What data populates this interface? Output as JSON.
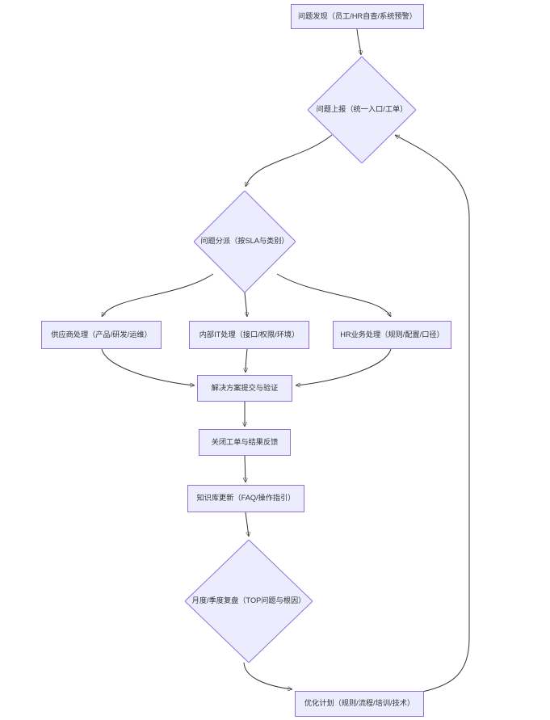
{
  "diagram": {
    "type": "flowchart",
    "colors": {
      "node_fill": "#ECECFF",
      "node_border": "#9370DB",
      "edge_line": "#333333",
      "text": "#333333",
      "background": "#FFFFFF"
    },
    "nodes": {
      "discovery": {
        "shape": "rect",
        "label": "问题发现（员工/HR自查/系统预警）"
      },
      "report": {
        "shape": "diamond",
        "label": "问题上报（统一入口/工单）"
      },
      "dispatch": {
        "shape": "diamond",
        "label": "问题分派（按SLA与类别）"
      },
      "vendor": {
        "shape": "rect",
        "label": "供应商处理（产品/研发/运维）"
      },
      "internal_it": {
        "shape": "rect",
        "label": "内部IT处理（接口/权限/环境）"
      },
      "hr_business": {
        "shape": "rect",
        "label": "HR业务处理（规则/配置/口径）"
      },
      "solution": {
        "shape": "rect",
        "label": "解决方案提交与验证"
      },
      "close_ticket": {
        "shape": "rect",
        "label": "关闭工单与结果反馈"
      },
      "kb_update": {
        "shape": "rect",
        "label": "知识库更新（FAQ/操作指引）"
      },
      "review": {
        "shape": "diamond",
        "label": "月度/季度复盘（TOP问题与根因）"
      },
      "plan": {
        "shape": "rect",
        "label": "优化计划（规则/流程/培训/技术）"
      }
    },
    "edges": [
      {
        "from": "discovery",
        "to": "report"
      },
      {
        "from": "report",
        "to": "dispatch"
      },
      {
        "from": "dispatch",
        "to": "vendor"
      },
      {
        "from": "dispatch",
        "to": "internal_it"
      },
      {
        "from": "dispatch",
        "to": "hr_business"
      },
      {
        "from": "vendor",
        "to": "solution"
      },
      {
        "from": "internal_it",
        "to": "solution"
      },
      {
        "from": "hr_business",
        "to": "solution"
      },
      {
        "from": "solution",
        "to": "close_ticket"
      },
      {
        "from": "close_ticket",
        "to": "kb_update"
      },
      {
        "from": "kb_update",
        "to": "review"
      },
      {
        "from": "review",
        "to": "plan"
      },
      {
        "from": "plan",
        "to": "report"
      }
    ]
  }
}
